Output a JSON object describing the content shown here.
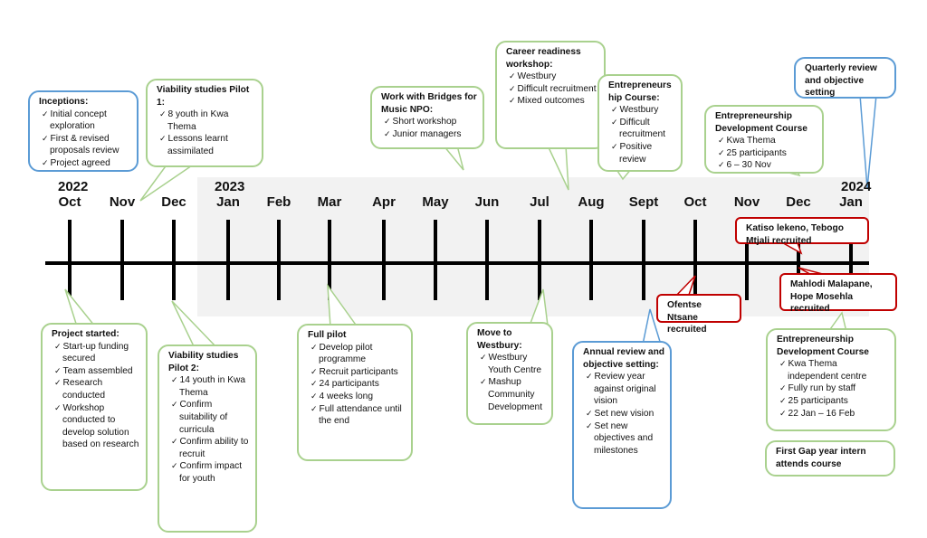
{
  "timeline": {
    "years": {
      "y2022": "2022",
      "y2023": "2023",
      "y2024": "2024"
    },
    "months": [
      "Oct",
      "Nov",
      "Dec",
      "Jan",
      "Feb",
      "Mar",
      "Apr",
      "May",
      "Jun",
      "Jul",
      "Aug",
      "Sept",
      "Oct",
      "Nov",
      "Dec",
      "Jan"
    ]
  },
  "callouts": [
    {
      "title": "Inceptions:",
      "items": [
        "Initial concept exploration",
        "First & revised proposals review",
        "Project agreed"
      ],
      "color": "blue"
    },
    {
      "title": "Viability studies Pilot 1:",
      "items": [
        "8 youth in Kwa Thema",
        "Lessons learnt assimilated"
      ],
      "color": "green"
    },
    {
      "title": "Work with Bridges for Music NPO:",
      "items": [
        "Short workshop",
        "Junior managers"
      ],
      "color": "green"
    },
    {
      "title": "Career readiness workshop:",
      "items": [
        "Westbury",
        "Difficult recruitment",
        "Mixed outcomes"
      ],
      "color": "green"
    },
    {
      "title": "Entrepreneurs hip Course:",
      "items": [
        "Westbury",
        "Difficult recruitment",
        "Positive review"
      ],
      "color": "green"
    },
    {
      "title": "Entrepreneurship Development Course",
      "items": [
        "Kwa Thema",
        "25 participants",
        "6 – 30 Nov"
      ],
      "color": "green"
    },
    {
      "title": "Quarterly review and objective setting",
      "items": [],
      "color": "blue"
    },
    {
      "title": "Project started:",
      "items": [
        "Start-up funding secured",
        "Team assembled",
        "Research conducted",
        "Workshop conducted to develop solution based on research"
      ],
      "color": "green"
    },
    {
      "title": "Viability studies Pilot 2:",
      "items": [
        "14 youth in Kwa Thema",
        "Confirm suitability of curricula",
        "Confirm ability to recruit",
        "Confirm impact for youth"
      ],
      "color": "green"
    },
    {
      "title": "Full pilot",
      "items": [
        "Develop pilot programme",
        "Recruit participants",
        "24 participants",
        "4 weeks long",
        "Full attendance until the end"
      ],
      "color": "green"
    },
    {
      "title": "Move to Westbury:",
      "items": [
        "Westbury Youth Centre",
        "Mashup Community Development"
      ],
      "color": "green"
    },
    {
      "title": "Annual review and objective setting:",
      "items": [
        "Review year against original vision",
        "Set new vision",
        "Set new objectives and milestones"
      ],
      "color": "blue"
    },
    {
      "title": "Ofentse Ntsane recruited",
      "items": [],
      "color": "red"
    },
    {
      "title": "Katiso lekeno, Tebogo Mtjali recruited",
      "items": [],
      "color": "red"
    },
    {
      "title": "Mahlodi Malapane, Hope Mosehla recruited",
      "items": [],
      "color": "red"
    },
    {
      "title": "Entrepreneurship Development Course",
      "items": [
        "Kwa Thema independent centre",
        "Fully run by staff",
        "25 participants",
        "22 Jan – 16 Feb"
      ],
      "color": "green"
    },
    {
      "title": "First Gap year intern attends course",
      "items": [],
      "color": "green"
    }
  ],
  "colors": {
    "green": "#a9d18e",
    "blue": "#5b9bd5",
    "red": "#c00000",
    "band": "#f2f2f2"
  }
}
